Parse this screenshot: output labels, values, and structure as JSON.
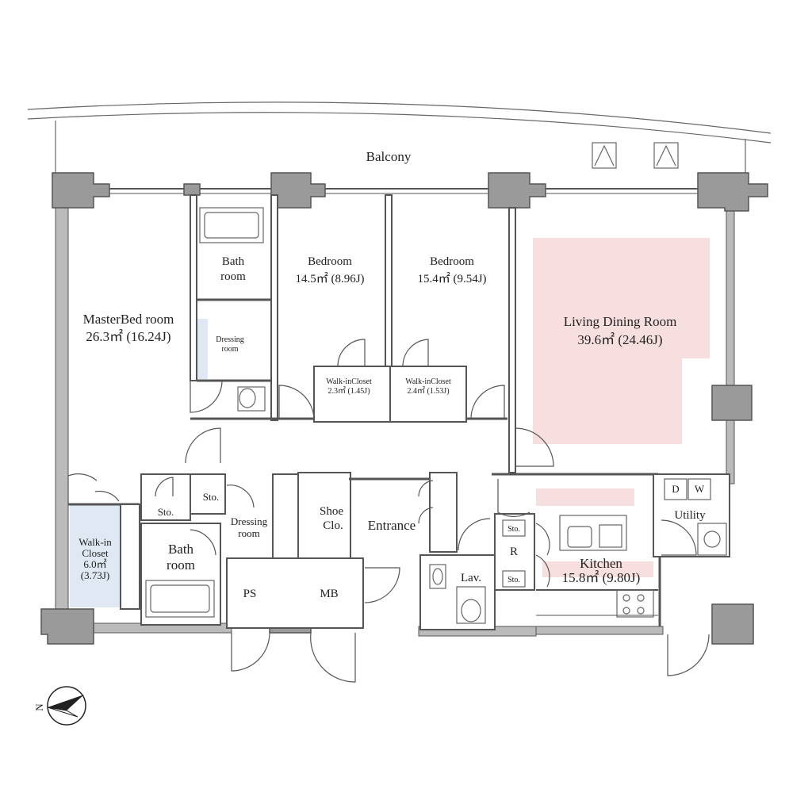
{
  "colors": {
    "wall": "#555555",
    "column": "#9a9a9a",
    "ldr_highlight": "#f8dfdf",
    "closet_fill": "#dfe8f3",
    "compass": "#222222"
  },
  "labels": {
    "balcony": "Balcony",
    "master_bed": {
      "name": "MasterBed room",
      "area": "26.3㎡ (16.24J)"
    },
    "bath1": {
      "line1": "Bath",
      "line2": "room"
    },
    "dressing1": {
      "line1": "Dressing",
      "line2": "room"
    },
    "bedroom1": {
      "name": "Bedroom",
      "area": "14.5㎡ (8.96J)"
    },
    "bedroom2": {
      "name": "Bedroom",
      "area": "15.4㎡ (9.54J)"
    },
    "wic1": {
      "name": "Walk-inCloset",
      "area": "2.3㎡ (1.45J)"
    },
    "wic2": {
      "name": "Walk-inCloset",
      "area": "2.4㎡ (1.53J)"
    },
    "ldr": {
      "name": "Living Dining Room",
      "area": "39.6㎡ (24.46J)"
    },
    "sto1": "Sto.",
    "sto2": "Sto.",
    "wic_master": {
      "line1": "Walk-in",
      "line2": "Closet",
      "line3": "6.0㎡",
      "line4": "(3.73J)"
    },
    "bath2": {
      "line1": "Bath",
      "line2": "room"
    },
    "dressing2": {
      "line1": "Dressing",
      "line2": "room"
    },
    "shoe": {
      "line1": "Shoe",
      "line2": "Clo."
    },
    "entrance": "Entrance",
    "ps": "PS",
    "mb": "MB",
    "lav": "Lav.",
    "sto3": "Sto.",
    "sto4": "Sto.",
    "fridge": "R",
    "kitchen": {
      "name": "Kitchen",
      "area": "15.8㎡ (9.80J)"
    },
    "utility": "Utility",
    "d": "D",
    "w": "W",
    "compass_n": "N"
  }
}
